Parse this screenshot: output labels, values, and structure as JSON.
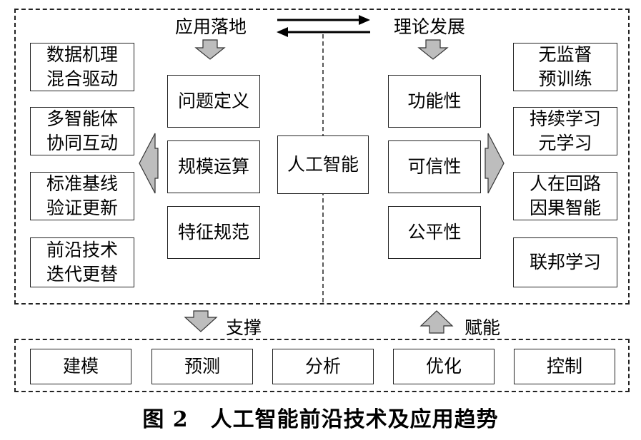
{
  "center": {
    "label": "人工智能"
  },
  "headers": {
    "left": "应用落地",
    "right": "理论发展"
  },
  "left_outer": [
    {
      "line1": "数据机理",
      "line2": "混合驱动"
    },
    {
      "line1": "多智能体",
      "line2": "协同互动"
    },
    {
      "line1": "标准基线",
      "line2": "验证更新"
    },
    {
      "line1": "前沿技术",
      "line2": "迭代更替"
    }
  ],
  "left_inner": [
    "问题定义",
    "规模运算",
    "特征规范"
  ],
  "right_inner": [
    "功能性",
    "可信性",
    "公平性"
  ],
  "right_outer": [
    {
      "line1": "无监督",
      "line2": "预训练"
    },
    {
      "line1": "持续学习",
      "line2": "元学习"
    },
    {
      "line1": "人在回路",
      "line2": "因果智能"
    },
    {
      "line1": "联邦学习",
      "line2": ""
    }
  ],
  "connectors": {
    "support": "支撑",
    "empower": "赋能"
  },
  "bottom": [
    "建模",
    "预测",
    "分析",
    "优化",
    "控制"
  ],
  "caption": "图 2　人工智能前沿技术及应用趋势"
}
